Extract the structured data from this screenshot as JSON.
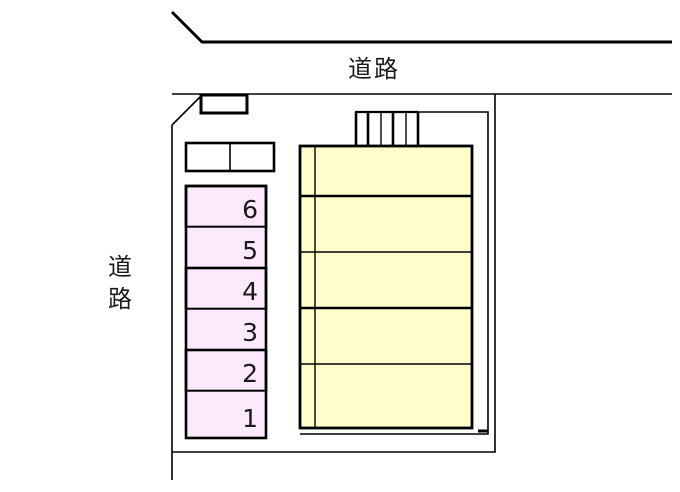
{
  "plan": {
    "title": "",
    "colors": {
      "background": "#ffffff",
      "outline": "#000000",
      "parking_fill": "#fce9fc",
      "building_fill": "#ffffcc",
      "text": "#1a1a1a"
    },
    "roads": [
      {
        "id": "road-top",
        "label": "道路",
        "orientation": "horizontal",
        "position": "top"
      },
      {
        "id": "road-left",
        "label": "道路",
        "orientation": "vertical",
        "position": "left"
      }
    ],
    "road_left_label_chars": [
      "道",
      "路"
    ],
    "parking": {
      "name": "parking-area",
      "count": 6,
      "stalls": [
        {
          "number": "6"
        },
        {
          "number": "5"
        },
        {
          "number": "4"
        },
        {
          "number": "3"
        },
        {
          "number": "2"
        },
        {
          "number": "1"
        }
      ]
    },
    "building": {
      "name": "apartment-building",
      "floors": 5,
      "has_stairs": true,
      "has_corridor": true
    },
    "entrance_box": {
      "name": "entrance-structure",
      "cells": 2
    }
  }
}
